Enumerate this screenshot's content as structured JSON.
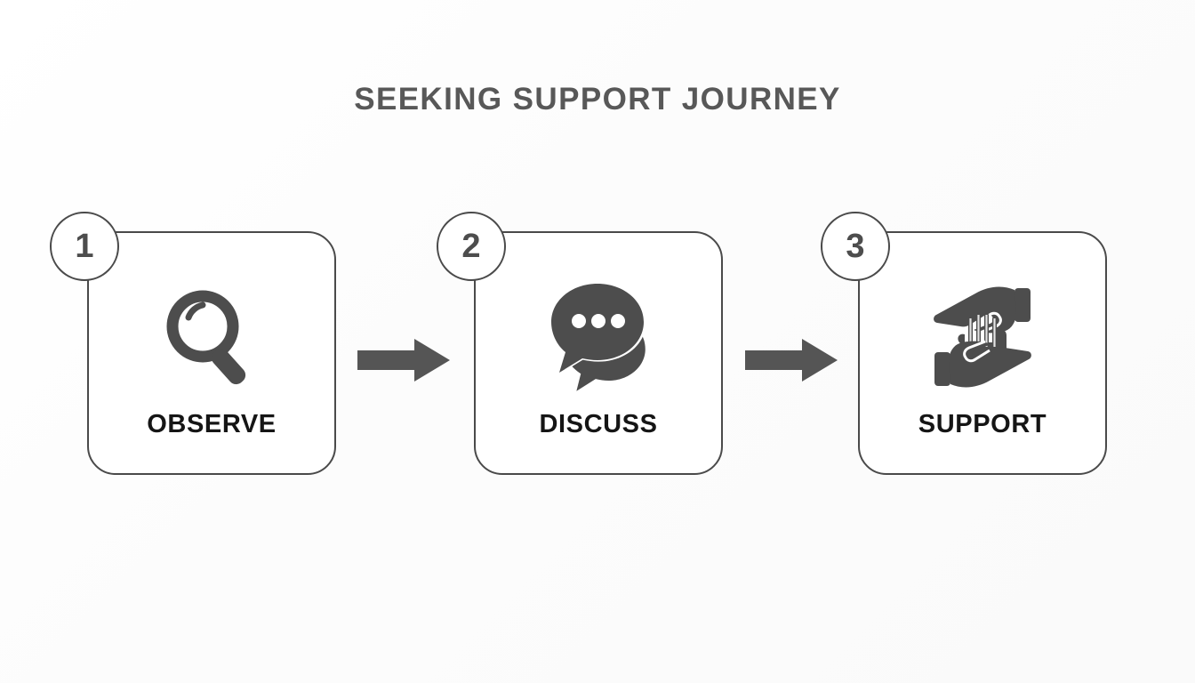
{
  "page": {
    "title": "SEEKING SUPPORT JOURNEY",
    "background_color": "#fdfdfd",
    "title_color": "#585858",
    "accent_color": "#4a4a4a",
    "label_color": "#151515",
    "icon_color": "#4d4d4d"
  },
  "steps": [
    {
      "number": "1",
      "label": "OBSERVE",
      "icon": "magnifying-glass-icon"
    },
    {
      "number": "2",
      "label": "DISCUSS",
      "icon": "speech-bubbles-icon"
    },
    {
      "number": "3",
      "label": "SUPPORT",
      "icon": "helping-hands-icon"
    }
  ],
  "connectors": [
    {
      "name": "arrow-right-icon",
      "from": "OBSERVE",
      "to": "DISCUSS"
    },
    {
      "name": "arrow-right-icon",
      "from": "DISCUSS",
      "to": "SUPPORT"
    }
  ]
}
